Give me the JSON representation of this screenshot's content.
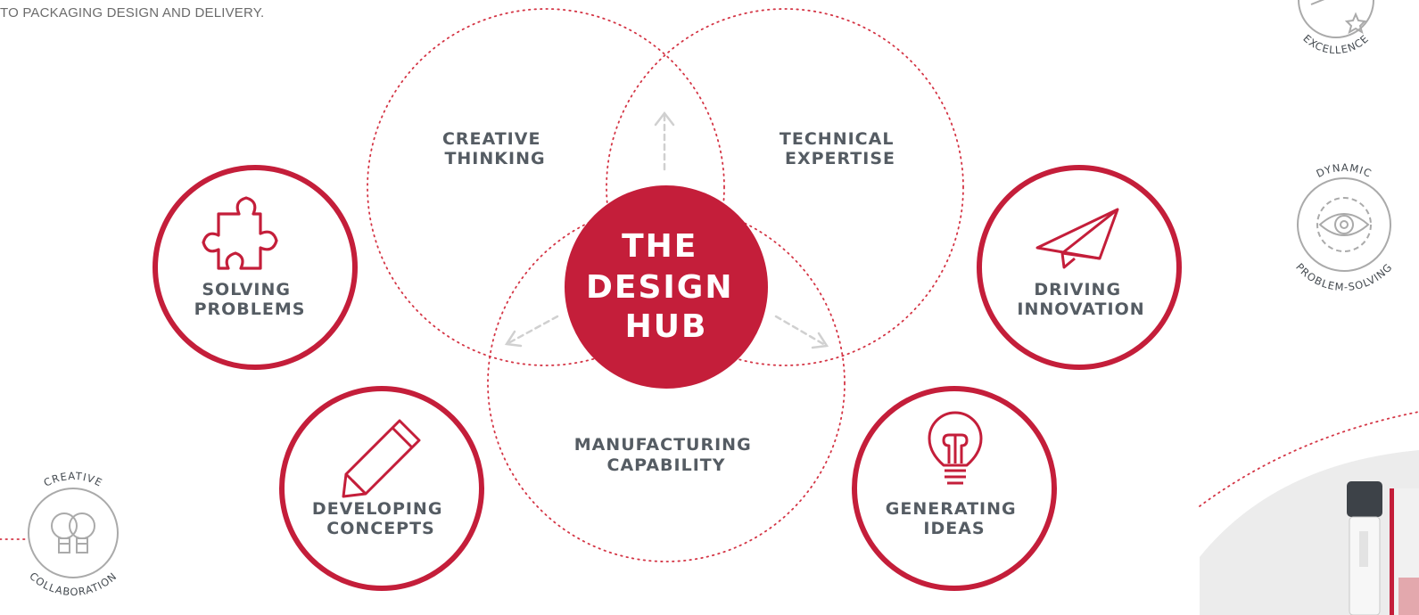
{
  "intro_text": "TO PACKAGING DESIGN AND DELIVERY.",
  "hub": {
    "line1": "THE",
    "line2": "DESIGN",
    "line3": "HUB"
  },
  "venn": {
    "creative": {
      "line1": "CREATIVE",
      "line2": "THINKING"
    },
    "technical": {
      "line1": "TECHNICAL",
      "line2": "EXPERTISE"
    },
    "manufacturing": {
      "line1": "MANUFACTURING",
      "line2": "CAPABILITY"
    }
  },
  "outcomes": {
    "solving": {
      "line1": "SOLVING",
      "line2": "PROBLEMS",
      "icon": "puzzle-icon"
    },
    "driving": {
      "line1": "DRIVING",
      "line2": "INNOVATION",
      "icon": "paper-plane-icon"
    },
    "developing": {
      "line1": "DEVELOPING",
      "line2": "CONCEPTS",
      "icon": "pencil-icon"
    },
    "generating": {
      "line1": "GENERATING",
      "line2": "IDEAS",
      "icon": "lightbulb-icon"
    }
  },
  "badges": {
    "excellence": {
      "label": "EXCELLENCE",
      "icon": "magic-wand-icon"
    },
    "dynamic": {
      "top": "DYNAMIC",
      "bottom": "PROBLEM-SOLVING",
      "icon": "eye-gear-icon"
    },
    "creative_collab": {
      "top": "CREATIVE",
      "bottom": "COLLABORATION",
      "icon": "lightbulbs-icon"
    }
  },
  "colors": {
    "accent": "#c41e3a",
    "text": "#555c63",
    "arrow": "#d4d4d4",
    "badge": "#aaaaaa"
  }
}
